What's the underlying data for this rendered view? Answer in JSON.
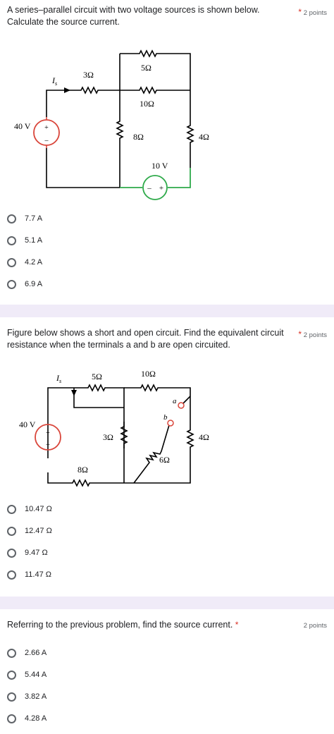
{
  "q1": {
    "text": "A series–parallel circuit with two voltage sources is shown below. Calculate the source current.",
    "star": "*",
    "points": "2 points",
    "options": [
      "7.7 A",
      "5.1 A",
      "4.2 A",
      "6.9 A"
    ],
    "circuit": {
      "is": "I",
      "is_sub": "s",
      "v40": "40 V",
      "r3": "3Ω",
      "r5": "5Ω",
      "r10": "10Ω",
      "r8": "8Ω",
      "r4": "4Ω",
      "v10": "10 V"
    }
  },
  "q2": {
    "text": "Figure below shows a short and open circuit. Find the equivalent circuit resistance when the terminals a and b are open circuited.",
    "star": "*",
    "points": "2 points",
    "options": [
      "10.47 Ω",
      "12.47 Ω",
      "9.47 Ω",
      "11.47 Ω"
    ],
    "circuit": {
      "is": "I",
      "is_sub": "s",
      "v40": "40 V",
      "r5": "5Ω",
      "r10": "10Ω",
      "r3": "3Ω",
      "r6": "6Ω",
      "r4": "4Ω",
      "r8": "8Ω",
      "a": "a",
      "b": "b"
    }
  },
  "q3": {
    "text": "Referring to the previous problem, find the source current.",
    "star": "*",
    "points": "2 points",
    "options": [
      "2.66 A",
      "5.44 A",
      "3.82 A",
      "4.28 A"
    ]
  },
  "colors": {
    "source_red": "#d9453a",
    "source_green": "#2eaa4a",
    "separator": "#f0ebf8",
    "required_star": "#d93025"
  }
}
